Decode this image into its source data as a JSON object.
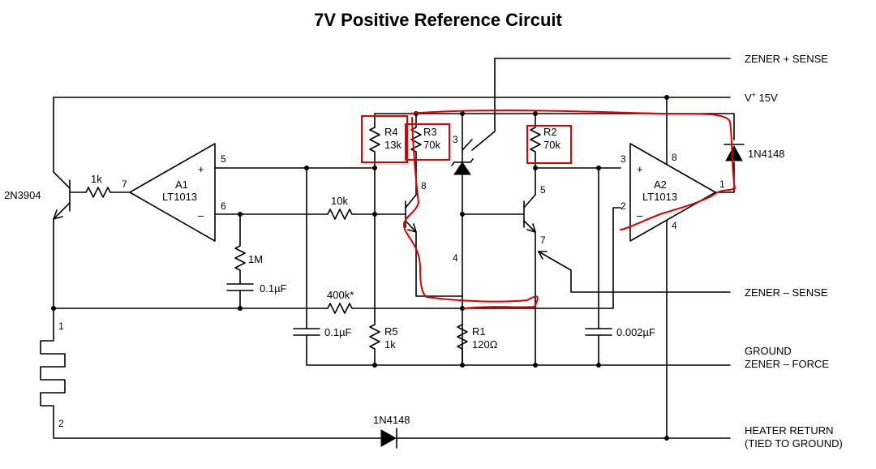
{
  "title": "7V Positive Reference Circuit",
  "components": {
    "q_driver": "2N3904",
    "r_base": "1k",
    "a1": {
      "ref": "A1",
      "part": "LT1013",
      "pin_plus": "5",
      "pin_minus": "6",
      "pin_out": "7",
      "plus_sign": "+",
      "minus_sign": "–"
    },
    "a2": {
      "ref": "A2",
      "part": "LT1013",
      "pin_plus": "3",
      "pin_minus": "2",
      "pin_out": "1",
      "pin_vplus": "8",
      "pin_vminus": "4",
      "plus_sign": "+",
      "minus_sign": "–"
    },
    "r4": {
      "ref": "R4",
      "value": "13k"
    },
    "r3": {
      "ref": "R3",
      "value": "70k"
    },
    "r2": {
      "ref": "R2",
      "value": "70k"
    },
    "r10k": "10k",
    "r1m": "1M",
    "c1": "0.1µF",
    "r400k": "400k*",
    "c2": "0.1µF",
    "r5": {
      "ref": "R5",
      "value": "1k"
    },
    "r1": {
      "ref": "R1",
      "value": "120Ω"
    },
    "c3": "0.002µF",
    "d1": "1N4148",
    "d2": "1N4148",
    "ref_pins": {
      "p1": "1",
      "p2": "2",
      "p3": "3",
      "p4": "4",
      "p5": "5",
      "p7": "7",
      "p8": "8"
    }
  },
  "nets": {
    "zener_plus_sense": "ZENER + SENSE",
    "vplus_v": "V",
    "vplus_sup": "+",
    "vplus_val": " 15V",
    "zener_minus_sense": "ZENER – SENSE",
    "ground": "GROUND",
    "zener_minus_force": "ZENER – FORCE",
    "heater_return": "HEATER RETURN",
    "heater_return_note": "(TIED TO GROUND)"
  },
  "annotations": {
    "color": "#e00000"
  }
}
